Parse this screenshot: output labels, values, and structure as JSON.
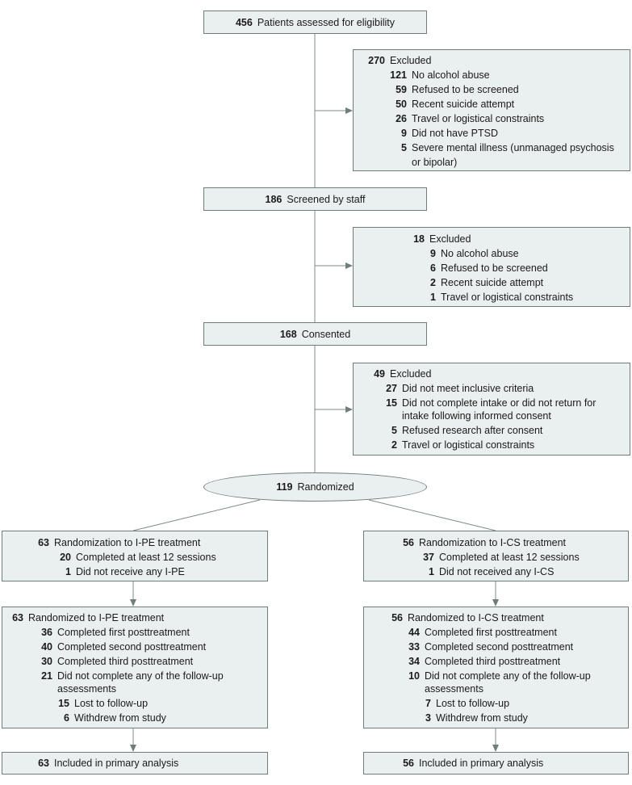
{
  "assessed": {
    "n": "456",
    "label": "Patients assessed for eligibility"
  },
  "excluded1": {
    "n": "270",
    "label": "Excluded",
    "items": [
      {
        "n": "121",
        "label": "No alcohol abuse"
      },
      {
        "n": "59",
        "label": "Refused to be screened"
      },
      {
        "n": "50",
        "label": "Recent suicide attempt"
      },
      {
        "n": "26",
        "label": "Travel or logistical constraints"
      },
      {
        "n": "9",
        "label": "Did not have PTSD"
      },
      {
        "n": "5",
        "label": "Severe mental illness (unmanaged psychosis"
      },
      {
        "n": "",
        "label": "or bipolar)"
      }
    ]
  },
  "screened": {
    "n": "186",
    "label": "Screened by staff"
  },
  "excluded2": {
    "n": "18",
    "label": "Excluded",
    "items": [
      {
        "n": "9",
        "label": "No alcohol abuse"
      },
      {
        "n": "6",
        "label": "Refused to be screened"
      },
      {
        "n": "2",
        "label": "Recent suicide attempt"
      },
      {
        "n": "1",
        "label": "Travel or logistical constraints"
      }
    ]
  },
  "consented": {
    "n": "168",
    "label": "Consented"
  },
  "excluded3": {
    "n": "49",
    "label": "Excluded",
    "items": [
      {
        "n": "27",
        "label": "Did not meet inclusive criteria"
      },
      {
        "n": "15",
        "label": "Did not complete intake or did not return for"
      },
      {
        "n": "",
        "label": "intake following informed consent"
      },
      {
        "n": "5",
        "label": "Refused research after consent"
      },
      {
        "n": "2",
        "label": "Travel or logistical constraints"
      }
    ]
  },
  "randomized": {
    "n": "119",
    "label": "Randomized"
  },
  "left": {
    "alloc": {
      "n": "63",
      "label": "Randomization to I-PE treatment",
      "items": [
        {
          "n": "20",
          "label": "Completed at least 12 sessions"
        },
        {
          "n": "1",
          "label": "Did not receive any I-PE"
        }
      ]
    },
    "followup": {
      "n": "63",
      "label": "Randomized to I-PE treatment",
      "items": [
        {
          "n": "36",
          "label": "Completed first posttreatment"
        },
        {
          "n": "40",
          "label": "Completed second posttreatment"
        },
        {
          "n": "30",
          "label": "Completed third posttreatment"
        },
        {
          "n": "21",
          "label": "Did not complete any of the follow-up"
        },
        {
          "n": "",
          "label": "assessments"
        }
      ],
      "subitems": [
        {
          "n": "15",
          "label": "Lost to follow-up"
        },
        {
          "n": "6",
          "label": "Withdrew from study"
        }
      ]
    },
    "analysis": {
      "n": "63",
      "label": "Included in primary analysis"
    }
  },
  "right": {
    "alloc": {
      "n": "56",
      "label": "Randomization to I-CS treatment",
      "items": [
        {
          "n": "37",
          "label": "Completed at least 12 sessions"
        },
        {
          "n": "1",
          "label": "Did not received any I-CS"
        }
      ]
    },
    "followup": {
      "n": "56",
      "label": "Randomized to I-CS treatment",
      "items": [
        {
          "n": "44",
          "label": "Completed first posttreatment"
        },
        {
          "n": "33",
          "label": "Completed second posttreatment"
        },
        {
          "n": "34",
          "label": "Completed third posttreatment"
        },
        {
          "n": "10",
          "label": "Did not complete any of the follow-up"
        },
        {
          "n": "",
          "label": "assessments"
        }
      ],
      "subitems": [
        {
          "n": "7",
          "label": "Lost to follow-up"
        },
        {
          "n": "3",
          "label": "Withdrew from study"
        }
      ]
    },
    "analysis": {
      "n": "56",
      "label": "Included in primary analysis"
    }
  }
}
